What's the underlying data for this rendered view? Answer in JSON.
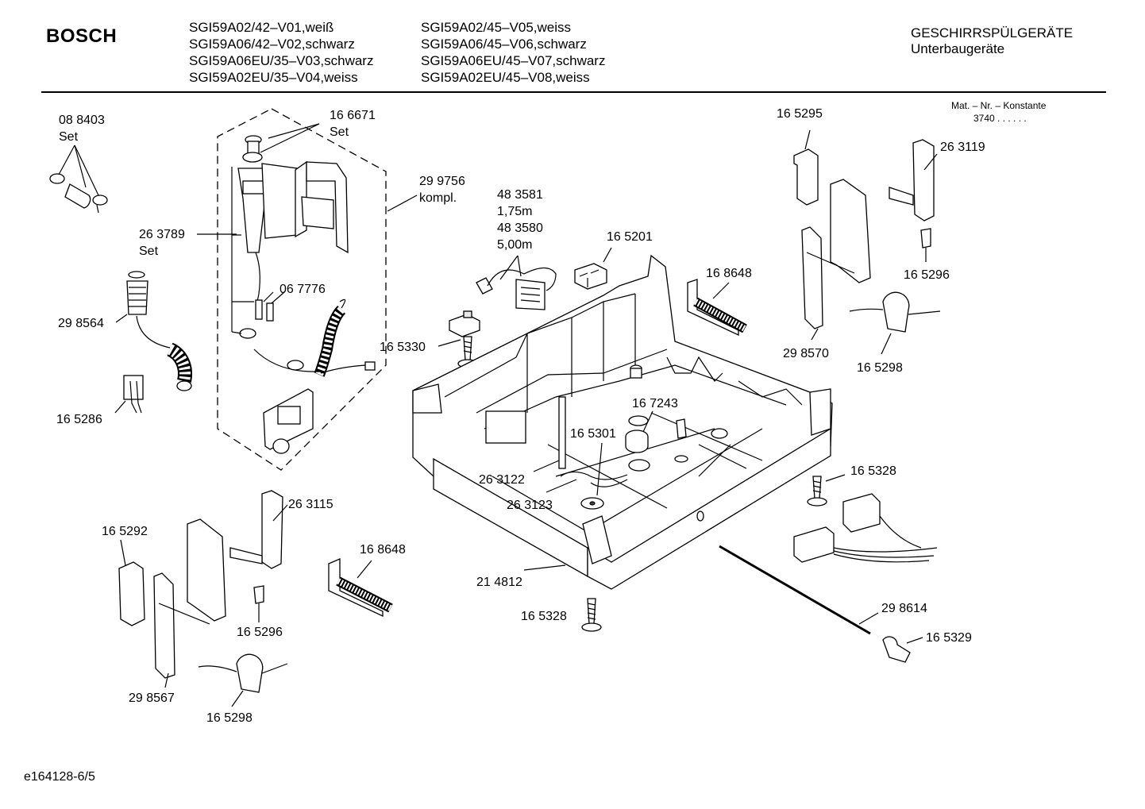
{
  "header": {
    "brand": "BOSCH",
    "models_left": [
      "SGI59A02/42–V01,weiß",
      "SGI59A06/42–V02,schwarz",
      "SGI59A06EU/35–V03,schwarz",
      "SGI59A02EU/35–V04,weiss"
    ],
    "models_right": [
      "SGI59A02/45–V05,weiss",
      "SGI59A06/45–V06,schwarz",
      "SGI59A06EU/45–V07,schwarz",
      "SGI59A02EU/45–V08,weiss"
    ],
    "category": "GESCHIRRSPÜLGERÄTE",
    "subcategory": "Unterbaugeräte",
    "mat_label": "Mat. – Nr. – Konstante",
    "mat_value": "3740 . . . . . ."
  },
  "labels": {
    "p088403": "08 8403",
    "p088403_set": "Set",
    "p166671": "16 6671",
    "p166671_set": "Set",
    "p299756": "29 9756",
    "p299756_kompl": "kompl.",
    "p263789": "26 3789",
    "p263789_set": "Set",
    "p298564": "29 8564",
    "p067776": "06 7776",
    "p165286": "16 5286",
    "p483581": "48 3581",
    "p483581_len": "1,75m",
    "p483580": "48 3580",
    "p483580_len": "5,00m",
    "p165201": "16 5201",
    "p165330": "16 5330",
    "p168648a": "16 8648",
    "p165295": "16 5295",
    "p263119": "26 3119",
    "p165296a": "16 5296",
    "p298570": "29 8570",
    "p165298a": "16 5298",
    "p167243": "16 7243",
    "p165301": "16 5301",
    "p263122": "26 3122",
    "p263123": "26 3123",
    "p165328a": "16 5328",
    "p263115": "26 3115",
    "p165292": "16 5292",
    "p168648b": "16 8648",
    "p214812": "21 4812",
    "p165296b": "16 5296",
    "p165328b": "16 5328",
    "p298614": "29 8614",
    "p165329": "16 5329",
    "p298567": "29 8567",
    "p165298b": "16 5298"
  },
  "footer": {
    "doc_id": "e164128-6/5"
  }
}
